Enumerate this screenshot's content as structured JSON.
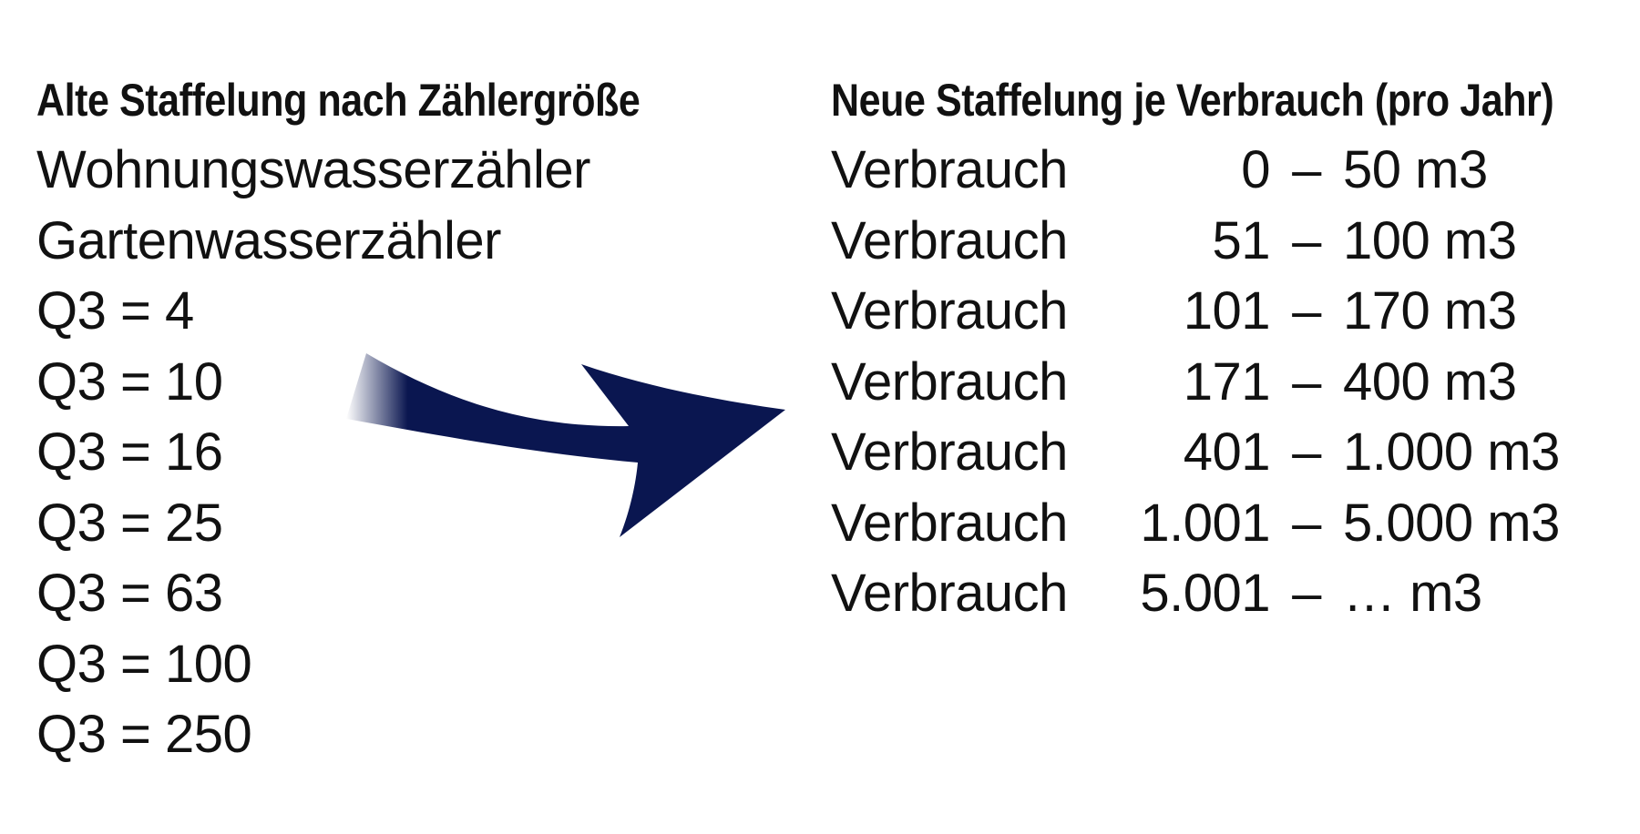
{
  "left": {
    "heading": "Alte Staffelung nach Zählergröße",
    "items": [
      "Wohnungswasserzähler",
      "Gartenwasserzähler",
      "Q3 = 4",
      "Q3 = 10",
      "Q3 = 16",
      "Q3 = 25",
      "Q3 = 63",
      "Q3 = 100",
      "Q3 = 250"
    ]
  },
  "right": {
    "heading": "Neue Staffelung je Verbrauch (pro Jahr)",
    "rows": [
      {
        "label": "Verbrauch",
        "from": "0",
        "dash": "–",
        "to": "50 m3"
      },
      {
        "label": "Verbrauch",
        "from": "51",
        "dash": "–",
        "to": "100 m3"
      },
      {
        "label": "Verbrauch",
        "from": "101",
        "dash": "–",
        "to": "170 m3"
      },
      {
        "label": "Verbrauch",
        "from": "171",
        "dash": "–",
        "to": "400 m3"
      },
      {
        "label": "Verbrauch",
        "from": "401",
        "dash": "–",
        "to": "1.000 m3"
      },
      {
        "label": "Verbrauch",
        "from": "1.001",
        "dash": "–",
        "to": "5.000 m3"
      },
      {
        "label": "Verbrauch",
        "from": "5.001",
        "dash": "–",
        "to": "… m3"
      }
    ]
  },
  "arrow": {
    "icon": "curved-arrow-right-icon",
    "color": "#0a1650"
  }
}
